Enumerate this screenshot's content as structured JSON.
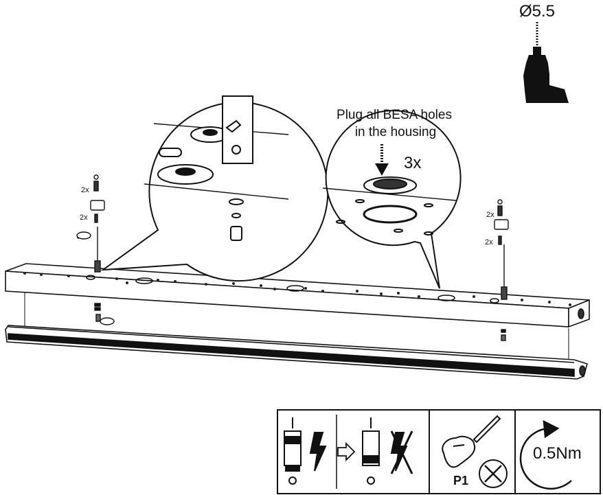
{
  "drill": {
    "diameter_label": "Ø5.5"
  },
  "callout": {
    "line1": "Plug all BESA holes",
    "line2": "in the housing",
    "count": "3x"
  },
  "left_parts": {
    "qty_a": "2x",
    "qty_b": "2x"
  },
  "right_parts": {
    "qty_a": "2x",
    "qty_b": "2x"
  },
  "icons": {
    "screwdriver_label": "P1",
    "torque_label": "0.5Nm"
  }
}
